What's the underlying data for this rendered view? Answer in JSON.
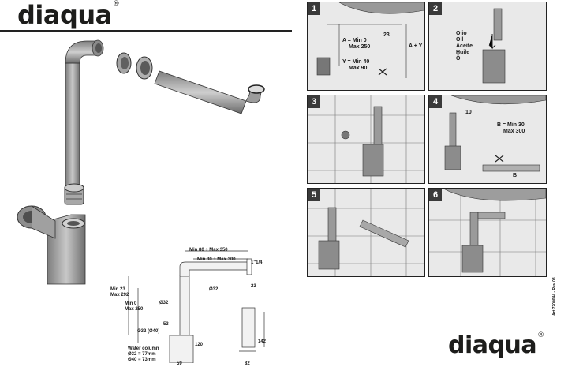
{
  "brand": {
    "name": "diaqua",
    "reg": "®"
  },
  "article_code": "Art.7200044 - Rev 03",
  "panels": [
    {
      "num": "1",
      "labels": [
        "23",
        "A = Min 0",
        "Max 250",
        "Y = Min 40",
        "Max 90",
        "A + Y"
      ]
    },
    {
      "num": "2",
      "labels": [
        "Olio",
        "Oil",
        "Aceite",
        "Huile",
        "Öl"
      ]
    },
    {
      "num": "3",
      "labels": []
    },
    {
      "num": "4",
      "labels": [
        "10",
        "B = Min 30",
        "Max 300",
        "B"
      ]
    },
    {
      "num": "5",
      "labels": []
    },
    {
      "num": "6",
      "labels": []
    }
  ],
  "drawing": {
    "dims": {
      "min80": "Min 80 ÷ Max 350",
      "min30": "Min 30 ÷ Max 300",
      "quarter": "1\"1/4",
      "d32a": "Ø32",
      "d32b": "Ø32",
      "twentythree": "23",
      "min23": "Min 23",
      "max292": "Max 292",
      "min0": "Min 0",
      "max250": "Max 250",
      "d3240": "Ø32 (Ø40)",
      "fiftythree": "53",
      "onetwenty": "120",
      "onefortytwo": "142",
      "fiftynine": "59",
      "eightytwo": "82",
      "water1": "Water column",
      "water2": "Ø32 = 77mm",
      "water3": "Ø40 = 73mm"
    }
  },
  "colors": {
    "pipe": "#9a9a9a",
    "pipe_dark": "#5e5e5e",
    "panel_bg": "#e9e9e9",
    "tile": "#bdbdbd"
  }
}
